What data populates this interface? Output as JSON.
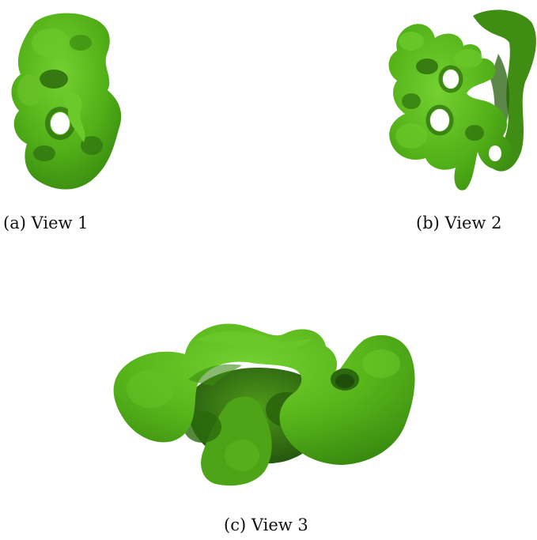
{
  "figure": {
    "panels": [
      {
        "caption": "(a) View 1"
      },
      {
        "caption": "(b) View 2"
      },
      {
        "caption": "(c) View 3"
      }
    ],
    "colors": {
      "surface_light": "#6cc92a",
      "surface_mid": "#4aa512",
      "surface_dark": "#2b6a0d",
      "shadow": "#1f4d0c",
      "background": "#ffffff",
      "caption_text": "#111111"
    }
  }
}
